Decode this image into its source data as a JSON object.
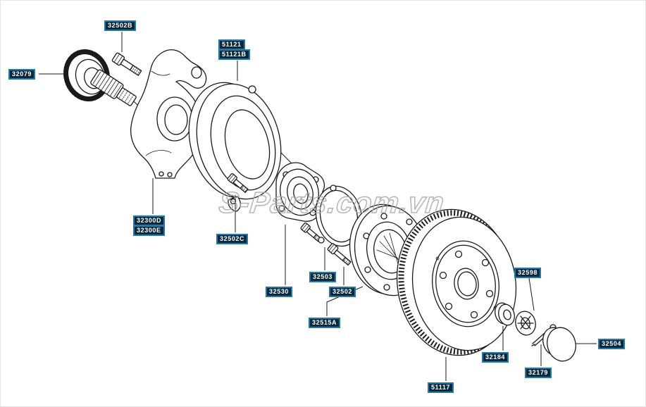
{
  "watermark": "S-Parts.com.vn",
  "colors": {
    "label_bg": "#08283d",
    "label_border": "#2279a4",
    "label_text": "#ffffff",
    "line_color": "#1a1a1a",
    "watermark_color": "#a8a8a8",
    "background": "#ffffff"
  },
  "labels": [
    {
      "part_no": "32502B"
    },
    {
      "part_no": "32079"
    },
    {
      "part_no": "51121"
    },
    {
      "part_no": "51121B"
    },
    {
      "part_no": "32300D"
    },
    {
      "part_no": "32300E"
    },
    {
      "part_no": "32502C"
    },
    {
      "part_no": "32530"
    },
    {
      "part_no": "32503"
    },
    {
      "part_no": "32502"
    },
    {
      "part_no": "32515A"
    },
    {
      "part_no": "32598"
    },
    {
      "part_no": "32184"
    },
    {
      "part_no": "32179"
    },
    {
      "part_no": "32504"
    },
    {
      "part_no": "51117"
    }
  ]
}
